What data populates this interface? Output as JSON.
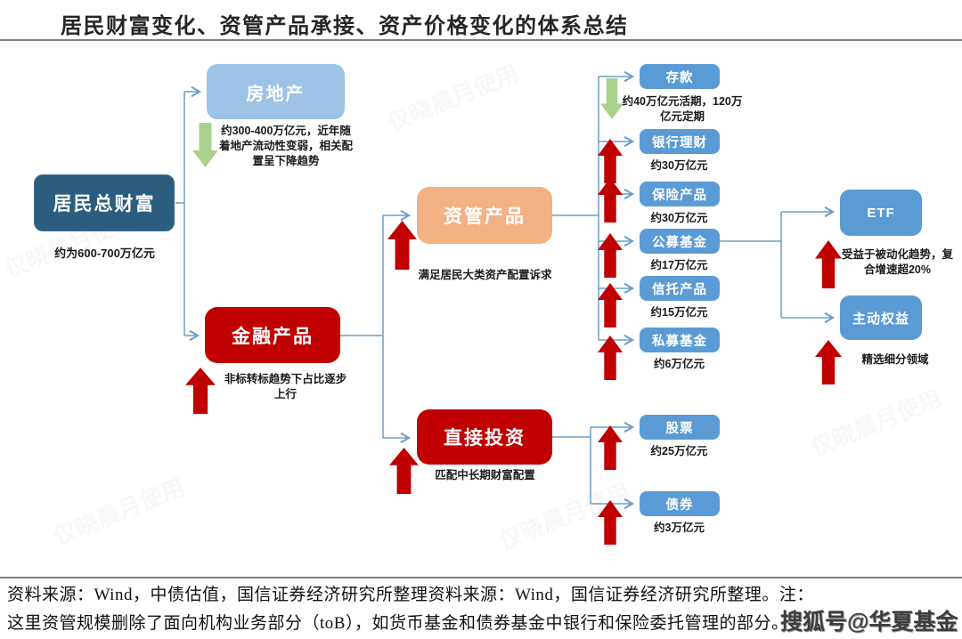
{
  "title": "居民财富变化、资管产品承接、资产价格变化的体系总结",
  "nodes": {
    "total_wealth": {
      "label": "居民总财富",
      "caption": "约为600-700万亿元"
    },
    "real_estate": {
      "label": "房地产",
      "caption": "约300-400万亿元，近年随着地产流动性变弱，相关配置呈下降趋势",
      "trend": "down"
    },
    "financial_products": {
      "label": "金融产品",
      "caption": "非标转标趋势下占比逐步上行",
      "trend": "up"
    },
    "asset_mgmt": {
      "label": "资管产品",
      "caption": "满足居民大类资产配置诉求",
      "trend": "up"
    },
    "direct_invest": {
      "label": "直接投资",
      "caption": "匹配中长期财富配置",
      "trend": "up"
    },
    "deposits": {
      "label": "存款",
      "caption": "约40万亿元活期，120万亿元定期",
      "trend": "down"
    },
    "bank_wealth": {
      "label": "银行理财",
      "caption": "约30万亿元",
      "trend": "up"
    },
    "insurance": {
      "label": "保险产品",
      "caption": "约30万亿元",
      "trend": "up"
    },
    "public_funds": {
      "label": "公募基金",
      "caption": "约17万亿元",
      "trend": "up"
    },
    "trust": {
      "label": "信托产品",
      "caption": "约15万亿元",
      "trend": "up"
    },
    "private_funds": {
      "label": "私募基金",
      "caption": "约6万亿元",
      "trend": "up"
    },
    "etf": {
      "label": "ETF",
      "caption": "受益于被动化趋势，复合增速超20%",
      "trend": "up"
    },
    "active_equity": {
      "label": "主动权益",
      "caption": "精选细分领域",
      "trend": "up"
    },
    "stocks": {
      "label": "股票",
      "caption": "约25万亿元",
      "trend": "up"
    },
    "bonds": {
      "label": "债券",
      "caption": "约3万亿元",
      "trend": "up"
    }
  },
  "footer": {
    "line1": "资料来源：Wind，中债估值，国信证券经济研究所整理资料来源：Wind，国信证券经济研究所整理。注：",
    "line2": "这里资管规模删除了面向机构业务部分（toB），如货币基金和债券基金中银行和保险委托管理的部分。"
  },
  "watermark": {
    "sohu": "搜狐号@华夏基金",
    "diagonal": "仅晓晨月使用"
  },
  "colors": {
    "dark_blue": "#2B5E7E",
    "light_blue": "#9DC3E6",
    "mid_blue": "#5B9BD5",
    "red": "#C00000",
    "orange": "#F4B183",
    "green": "#A9D18E",
    "connector": "#6D9EC8",
    "rule_gray": "#828282"
  }
}
